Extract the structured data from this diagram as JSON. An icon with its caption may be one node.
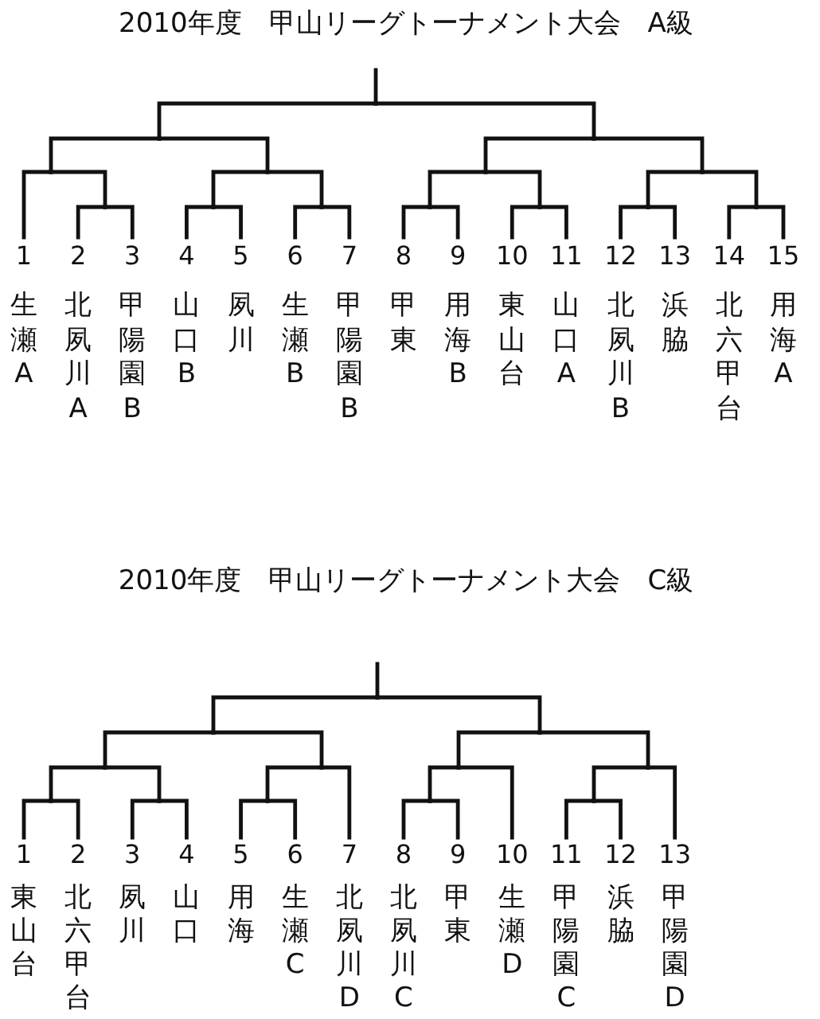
{
  "diagram": {
    "labels": [
      "2010年度　甲山リーグトーナメント大会　A級",
      "2010年度　甲山リーグトーナメント大会　C級"
    ],
    "nodes": [
      {
        "text": [
          "1",
          "生瀬A"
        ]
      },
      {
        "text": [
          "2",
          "北夙川A"
        ]
      },
      {
        "text": [
          "3",
          "甲陽園B"
        ]
      },
      {
        "text": [
          "4",
          "山口B"
        ]
      },
      {
        "text": [
          "5",
          "夙川"
        ]
      },
      {
        "text": [
          "6",
          "生瀬B"
        ]
      },
      {
        "text": [
          "7",
          "甲陽園B"
        ]
      },
      {
        "text": [
          "8",
          "甲東"
        ]
      },
      {
        "text": [
          "9",
          "用海B"
        ]
      },
      {
        "text": [
          "10",
          "東山台"
        ]
      },
      {
        "text": [
          "11",
          "山口A"
        ]
      },
      {
        "text": [
          "12",
          "北夙川B"
        ]
      },
      {
        "text": [
          "13",
          "浜脇"
        ]
      },
      {
        "text": [
          "14",
          "北六甲台"
        ]
      },
      {
        "text": [
          "15",
          "用海A"
        ]
      },
      {
        "text": [
          "1",
          "東山台"
        ]
      },
      {
        "text": [
          "2",
          "北六甲台"
        ]
      },
      {
        "text": [
          "3",
          "夙川"
        ]
      },
      {
        "text": [
          "4",
          "山口"
        ]
      },
      {
        "text": [
          "5",
          "用海"
        ]
      },
      {
        "text": [
          "6",
          "生瀬C"
        ]
      },
      {
        "text": [
          "7",
          "北夙川D"
        ]
      },
      {
        "text": [
          "8",
          "北夙川C"
        ]
      },
      {
        "text": [
          "9",
          "甲東"
        ]
      },
      {
        "text": [
          "10",
          "生瀬D"
        ]
      },
      {
        "text": [
          "11",
          "甲陽園C"
        ]
      },
      {
        "text": [
          "12",
          "浜脇"
        ]
      },
      {
        "text": [
          "13",
          "甲陽園D"
        ]
      }
    ],
    "edges": [
      {
        "from": 0,
        "to": null,
        "arrow": "none"
      },
      {
        "from": 1,
        "to": null,
        "arrow": "none"
      },
      {
        "from": 2,
        "to": null,
        "arrow": "none"
      },
      {
        "from": 3,
        "to": null,
        "arrow": "none"
      },
      {
        "from": 4,
        "to": null,
        "arrow": "none"
      },
      {
        "from": 5,
        "to": null,
        "arrow": "none"
      },
      {
        "from": 6,
        "to": null,
        "arrow": "none"
      },
      {
        "from": 7,
        "to": null,
        "arrow": "none"
      },
      {
        "from": 8,
        "to": null,
        "arrow": "none"
      },
      {
        "from": 9,
        "to": null,
        "arrow": "none"
      },
      {
        "from": 10,
        "to": null,
        "arrow": "none"
      },
      {
        "from": 11,
        "to": null,
        "arrow": "none"
      },
      {
        "from": 12,
        "to": null,
        "arrow": "none"
      },
      {
        "from": 13,
        "to": null,
        "arrow": "none"
      },
      {
        "from": 14,
        "to": null,
        "arrow": "none"
      },
      {
        "from": 15,
        "to": null,
        "arrow": "none"
      },
      {
        "from": 16,
        "to": null,
        "arrow": "none"
      },
      {
        "from": 17,
        "to": null,
        "arrow": "none"
      },
      {
        "from": 18,
        "to": null,
        "arrow": "none"
      },
      {
        "from": 19,
        "to": null,
        "arrow": "none"
      },
      {
        "from": 20,
        "to": null,
        "arrow": "none"
      },
      {
        "from": 21,
        "to": null,
        "arrow": "none"
      },
      {
        "from": 22,
        "to": null,
        "arrow": "none"
      },
      {
        "from": 23,
        "to": null,
        "arrow": "none"
      },
      {
        "from": 24,
        "to": null,
        "arrow": "none"
      },
      {
        "from": 25,
        "to": null,
        "arrow": "none"
      },
      {
        "from": 26,
        "to": null,
        "arrow": "none"
      },
      {
        "from": 27,
        "to": null,
        "arrow": "none"
      }
    ]
  }
}
